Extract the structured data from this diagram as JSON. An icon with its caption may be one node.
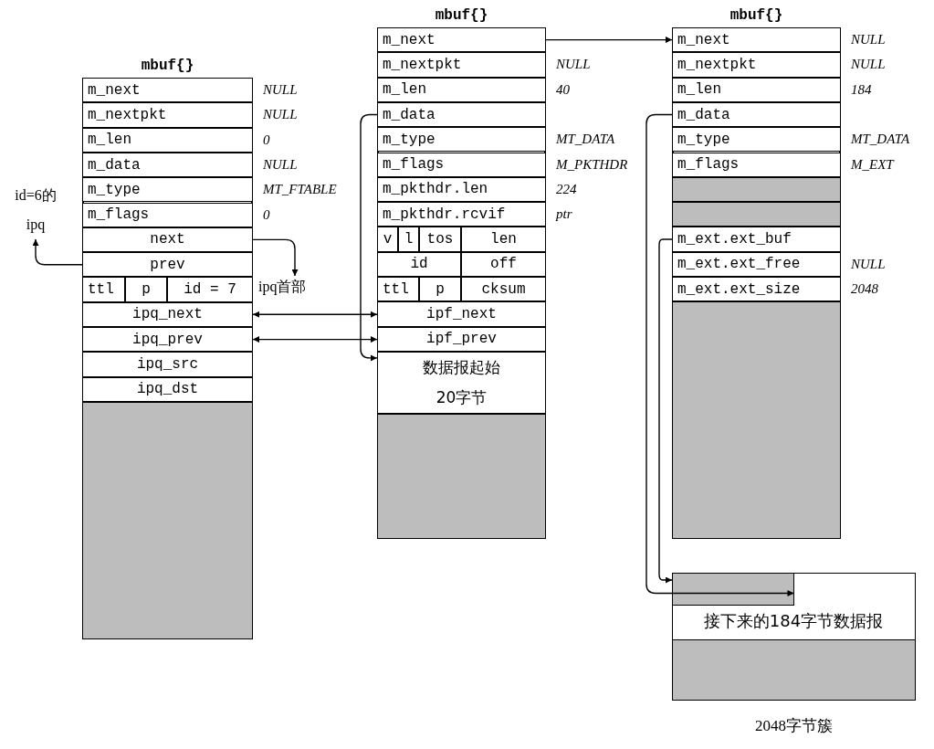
{
  "diagram": {
    "nodes": [
      {
        "text": [
          "mbuf{}"
        ]
      },
      {
        "text": [
          "m_next"
        ],
        "beside": [
          "NULL"
        ],
        "in": 0
      },
      {
        "text": [
          "m_nextpkt"
        ],
        "beside": [
          "NULL"
        ],
        "in": 0
      },
      {
        "text": [
          "m_len"
        ],
        "beside": [
          "0"
        ],
        "in": 0
      },
      {
        "text": [
          "m_data"
        ],
        "beside": [
          "NULL"
        ],
        "in": 0
      },
      {
        "text": [
          "m_type"
        ],
        "beside": [
          "MT_FTABLE"
        ],
        "in": 0
      },
      {
        "text": [
          "m_flags"
        ],
        "beside": [
          "0"
        ],
        "in": 0
      },
      {
        "text": [
          "next"
        ],
        "in": 0
      },
      {
        "text": [
          "prev"
        ],
        "in": 0
      },
      {
        "text": [
          "ttl"
        ],
        "in": 0
      },
      {
        "text": [
          "p"
        ],
        "in": 0
      },
      {
        "text": [
          "id = 7"
        ],
        "in": 0
      },
      {
        "text": [
          "ipq_next"
        ],
        "in": 0
      },
      {
        "text": [
          "ipq_prev"
        ],
        "in": 0
      },
      {
        "text": [
          "ipq_src"
        ],
        "in": 0
      },
      {
        "text": [
          "ipq_dst"
        ],
        "in": 0
      },
      {
        "text": [
          "id=6的ipq"
        ]
      },
      {
        "text": [
          "ipq首部"
        ]
      },
      {
        "text": [
          "mbuf{}"
        ]
      },
      {
        "text": [
          "m_next"
        ],
        "in": 18
      },
      {
        "text": [
          "m_nextpkt"
        ],
        "beside": [
          "NULL"
        ],
        "in": 18
      },
      {
        "text": [
          "m_len"
        ],
        "beside": [
          "40"
        ],
        "in": 18
      },
      {
        "text": [
          "m_data"
        ],
        "in": 18
      },
      {
        "text": [
          "m_type"
        ],
        "beside": [
          "MT_DATA"
        ],
        "in": 18
      },
      {
        "text": [
          "m_flags"
        ],
        "beside": [
          "M_PKTHDR"
        ],
        "in": 18
      },
      {
        "text": [
          "m_pkthdr.len"
        ],
        "beside": [
          "224"
        ],
        "in": 18
      },
      {
        "text": [
          "m_pkthdr.rcvif"
        ],
        "beside": [
          "ptr"
        ],
        "in": 18
      },
      {
        "text": [
          "v"
        ],
        "in": 18
      },
      {
        "text": [
          "l"
        ],
        "in": 18
      },
      {
        "text": [
          "tos"
        ],
        "in": 18
      },
      {
        "text": [
          "len"
        ],
        "in": 18
      },
      {
        "text": [
          "id"
        ],
        "in": 18
      },
      {
        "text": [
          "off"
        ],
        "in": 18
      },
      {
        "text": [
          "ttl"
        ],
        "in": 18
      },
      {
        "text": [
          "p"
        ],
        "in": 18
      },
      {
        "text": [
          "cksum"
        ],
        "in": 18
      },
      {
        "text": [
          "ipf_next"
        ],
        "in": 18
      },
      {
        "text": [
          "ipf_prev"
        ],
        "in": 18
      },
      {
        "text": [
          "数据报起始",
          "20字节"
        ],
        "in": 18
      },
      {
        "text": [
          "mbuf{}"
        ]
      },
      {
        "text": [
          "m_next"
        ],
        "beside": [
          "NULL"
        ],
        "in": 39
      },
      {
        "text": [
          "m_nextpkt"
        ],
        "beside": [
          "NULL"
        ],
        "in": 39
      },
      {
        "text": [
          "m_len"
        ],
        "beside": [
          "184"
        ],
        "in": 39
      },
      {
        "text": [
          "m_data"
        ],
        "in": 39
      },
      {
        "text": [
          "m_type"
        ],
        "beside": [
          "MT_DATA"
        ],
        "in": 39
      },
      {
        "text": [
          "m_flags"
        ],
        "beside": [
          "M_EXT"
        ],
        "in": 39
      },
      {
        "text": [
          "m_ext.ext_buf"
        ],
        "in": 39
      },
      {
        "text": [
          "m_ext.ext_free"
        ],
        "beside": [
          "NULL"
        ],
        "in": 39
      },
      {
        "text": [
          "m_ext.ext_size"
        ],
        "beside": [
          "2048"
        ],
        "in": 39
      },
      {
        "text": [
          "接下来的184字节数据报"
        ],
        "beside": [
          "2048字节簇"
        ]
      },
      {
        "text": [],
        "shape": "box",
        "in": 49
      },
      {
        "text": [],
        "shape": "box",
        "in": 0
      },
      {
        "text": [],
        "shape": "box",
        "in": 18
      },
      {
        "text": [],
        "shape": "box",
        "in": 39
      },
      {
        "text": [],
        "shape": "box",
        "in": 39
      },
      {
        "text": [],
        "shape": "box",
        "in": 39
      },
      {
        "text": [],
        "shape": "box",
        "in": 49
      }
    ],
    "edges": [
      {
        "from": 8,
        "to": 16,
        "arrow": "to"
      },
      {
        "from": 7,
        "to": 17,
        "arrow": "to"
      },
      {
        "from": 12,
        "to": 36,
        "arrow": "both"
      },
      {
        "from": 13,
        "to": 37,
        "arrow": "both"
      },
      {
        "from": 22,
        "to": 38,
        "arrow": "to"
      },
      {
        "from": 19,
        "to": 40,
        "arrow": "to"
      },
      {
        "from": 43,
        "to": 50,
        "arrow": "to"
      },
      {
        "from": 46,
        "to": 49,
        "arrow": "to"
      }
    ]
  }
}
